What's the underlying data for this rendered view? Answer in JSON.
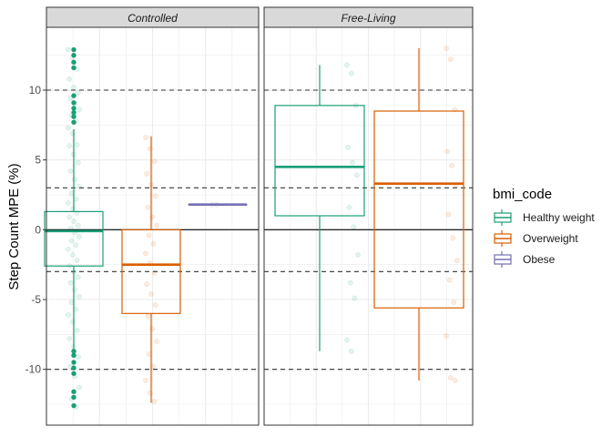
{
  "chart_data": {
    "type": "boxplot",
    "ylabel": "Step Count MPE (%)",
    "ylim": [
      -14,
      14.5
    ],
    "yticks": [
      -10,
      -5,
      0,
      5,
      10
    ],
    "hlines_dashed": [
      -10,
      -3,
      3,
      10
    ],
    "hline_solid": 0,
    "grid": true,
    "legend": {
      "title": "bmi_code",
      "position": "right",
      "entries": [
        "Healthy weight",
        "Overweight",
        "Obese"
      ]
    },
    "colors": {
      "Healthy weight": "#1b9e77",
      "Overweight": "#d95f02",
      "Obese": "#7570b3",
      "strip": "#d9d9d9",
      "panel_border": "#333333",
      "grid": "#ebebeb",
      "reference_line": "#333333"
    },
    "panels": [
      {
        "title": "Controlled",
        "boxes": [
          {
            "group": "Healthy weight",
            "q1": -2.6,
            "median": -0.1,
            "q3": 1.3,
            "whisker_low": -8.5,
            "whisker_high": 7.2,
            "outliers": [
              12.9,
              12.5,
              12.0,
              11.6,
              9.6,
              9.1,
              8.7,
              8.4,
              8.1,
              7.7,
              -8.7,
              -9.0,
              -9.5,
              -9.9,
              -10.3,
              -11.6,
              -12.0,
              -12.6
            ]
          },
          {
            "group": "Overweight",
            "q1": -6.0,
            "median": -2.5,
            "q3": 0.0,
            "whisker_low": -12.4,
            "whisker_high": 6.7,
            "outliers": []
          },
          {
            "group": "Obese",
            "q1": 1.8,
            "median": 1.8,
            "q3": 1.8,
            "whisker_low": 1.8,
            "whisker_high": 1.8,
            "outliers": []
          }
        ],
        "raw_points": [
          {
            "group": "Healthy weight",
            "values": [
              12.9,
              12.3,
              11.5,
              10.8,
              10.2,
              9.8,
              9.4,
              9.0,
              8.6,
              8.2,
              7.8,
              7.3,
              6.9,
              6.1,
              6.0,
              5.4,
              4.8,
              4.2,
              3.6,
              3.1,
              2.6,
              2.2,
              1.9,
              1.5,
              1.2,
              0.9,
              0.6,
              0.3,
              0.1,
              -0.2,
              -0.5,
              -0.8,
              -1.1,
              -1.4,
              -1.8,
              -2.2,
              -2.6,
              -3.0,
              -3.4,
              -3.8,
              -4.3,
              -4.8,
              -5.2,
              -5.7,
              -6.1,
              -6.6,
              -7.2,
              -7.8,
              -8.4,
              -9.1,
              -9.8,
              -10.5,
              -11.3,
              -12.1,
              -12.7
            ]
          },
          {
            "group": "Overweight",
            "values": [
              6.6,
              5.8,
              4.9,
              4.0,
              3.2,
              2.4,
              1.6,
              0.9,
              0.3,
              -0.4,
              -1.0,
              -1.7,
              -2.4,
              -3.1,
              -3.9,
              -4.6,
              -5.4,
              -6.2,
              -7.1,
              -8.0,
              -8.9,
              -9.8,
              -10.8,
              -11.7,
              -12.3
            ]
          },
          {
            "group": "Obese",
            "values": [
              1.8,
              1.8
            ]
          }
        ]
      },
      {
        "title": "Free-Living",
        "boxes": [
          {
            "group": "Healthy weight",
            "q1": 1.0,
            "median": 4.5,
            "q3": 8.9,
            "whisker_low": -8.7,
            "whisker_high": 11.8,
            "outliers": []
          },
          {
            "group": "Overweight",
            "q1": -5.6,
            "median": 3.3,
            "q3": 8.5,
            "whisker_low": -10.8,
            "whisker_high": 13.0,
            "outliers": []
          }
        ],
        "raw_points": [
          {
            "group": "Healthy weight",
            "values": [
              11.8,
              11.2,
              8.9,
              5.9,
              4.8,
              3.9,
              1.6,
              0.2,
              -1.8,
              -3.8,
              -4.9,
              -7.9,
              -8.7
            ]
          },
          {
            "group": "Overweight",
            "values": [
              13.0,
              12.2,
              8.6,
              5.6,
              4.6,
              3.2,
              1.1,
              -0.6,
              -2.2,
              -3.6,
              -5.2,
              -7.6,
              -10.6,
              -10.8
            ]
          }
        ]
      }
    ]
  }
}
